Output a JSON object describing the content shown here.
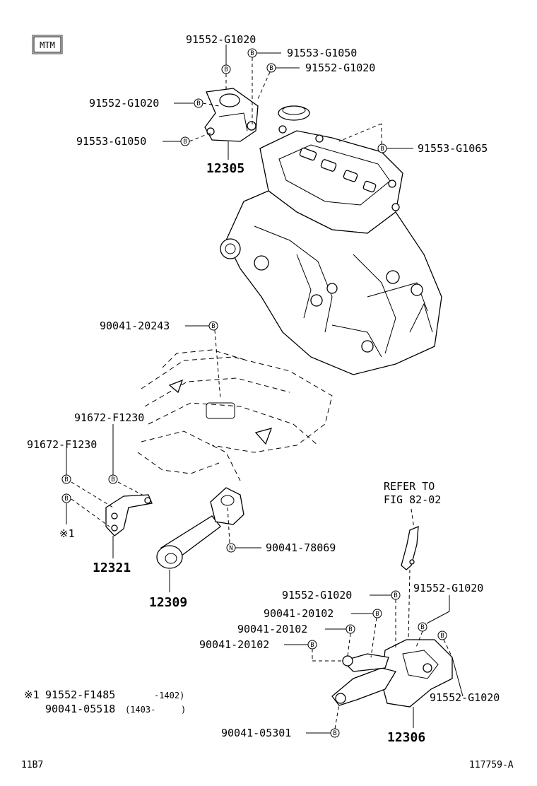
{
  "header": {
    "variant_badge": "MTM"
  },
  "callouts": {
    "c1": "91552-G1020",
    "c2": "91553-G1050",
    "c3": "91552-G1020",
    "c4": "91552-G1020",
    "c5": "91553-G1050",
    "c6": "91553-G1065",
    "c7": "90041-20243",
    "c8": "91672-F1230",
    "c9": "91672-F1230",
    "c10": "90041-78069",
    "c11": "91552-G1020",
    "c12": "91552-G1020",
    "c13": "90041-20102",
    "c14": "90041-20102",
    "c15": "90041-20102",
    "c16": "91552-G1020",
    "c17": "90041-05301"
  },
  "assemblies": {
    "a1": "12305",
    "a2": "12321",
    "a3": "12309",
    "a4": "12306"
  },
  "reference": {
    "line1": "REFER TO",
    "line2": "FIG 82-02"
  },
  "markers": {
    "bolt": "B",
    "nut": "N"
  },
  "footnote": {
    "symbol": "※1",
    "side_symbol": "※1",
    "row1_part": "91552-F1485",
    "row1_range": "-1402)",
    "row2_part": "90041-05518",
    "row2_range": "(1403-",
    "row2_close": ")"
  },
  "footer": {
    "left_code": "11B7",
    "right_code": "117759-A"
  }
}
